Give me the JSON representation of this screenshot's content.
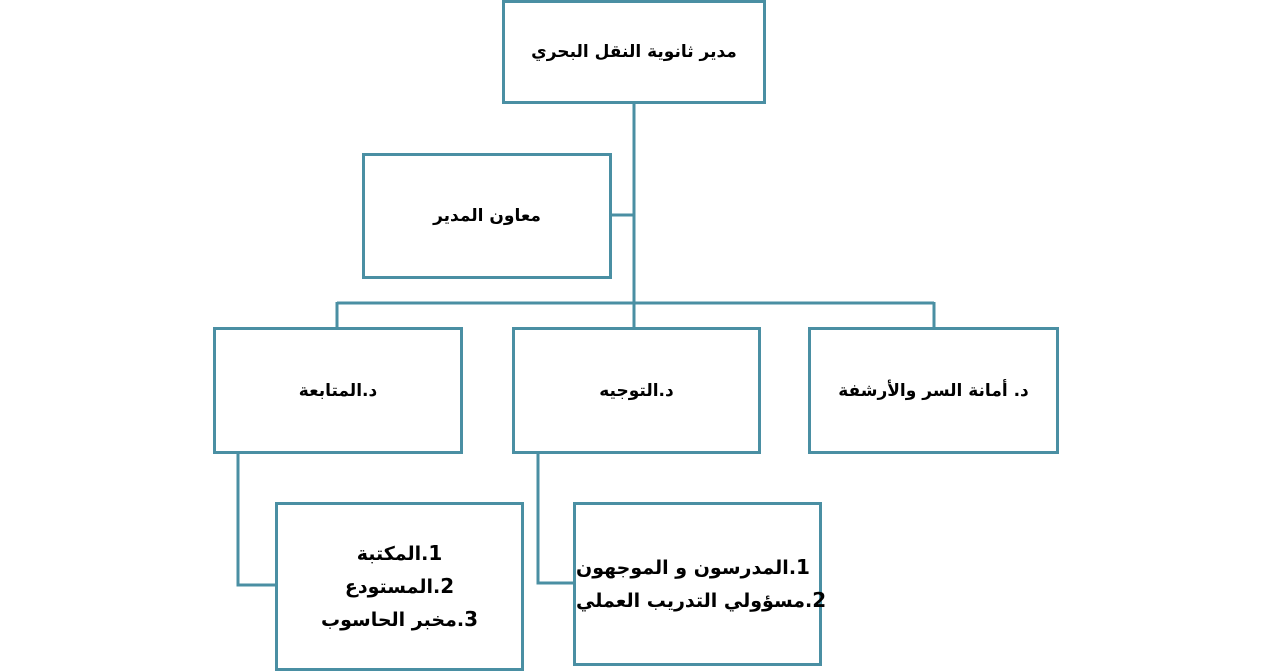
{
  "diagram": {
    "director": "مدير ثانوية النقل البحري",
    "assistant": "معاون المدير",
    "departments": {
      "followup": "د.المتابعة",
      "guidance": "د.التوجيه",
      "secretariat": "د. أمانة السر والأرشفة"
    },
    "followup_units": [
      {
        "num": "1",
        "label": ".المكتبة"
      },
      {
        "num": "2",
        "label": ".المستودع"
      },
      {
        "num": "3",
        "label": ".مخبر الحاسوب"
      }
    ],
    "guidance_units": [
      {
        "num": "1",
        "label": ".المدرسون و الموجهون"
      },
      {
        "num": "2",
        "label": ".مسؤولي التدريب العملي"
      }
    ],
    "colors": {
      "border": "#4a8fa3",
      "line": "#4a8fa3"
    }
  }
}
